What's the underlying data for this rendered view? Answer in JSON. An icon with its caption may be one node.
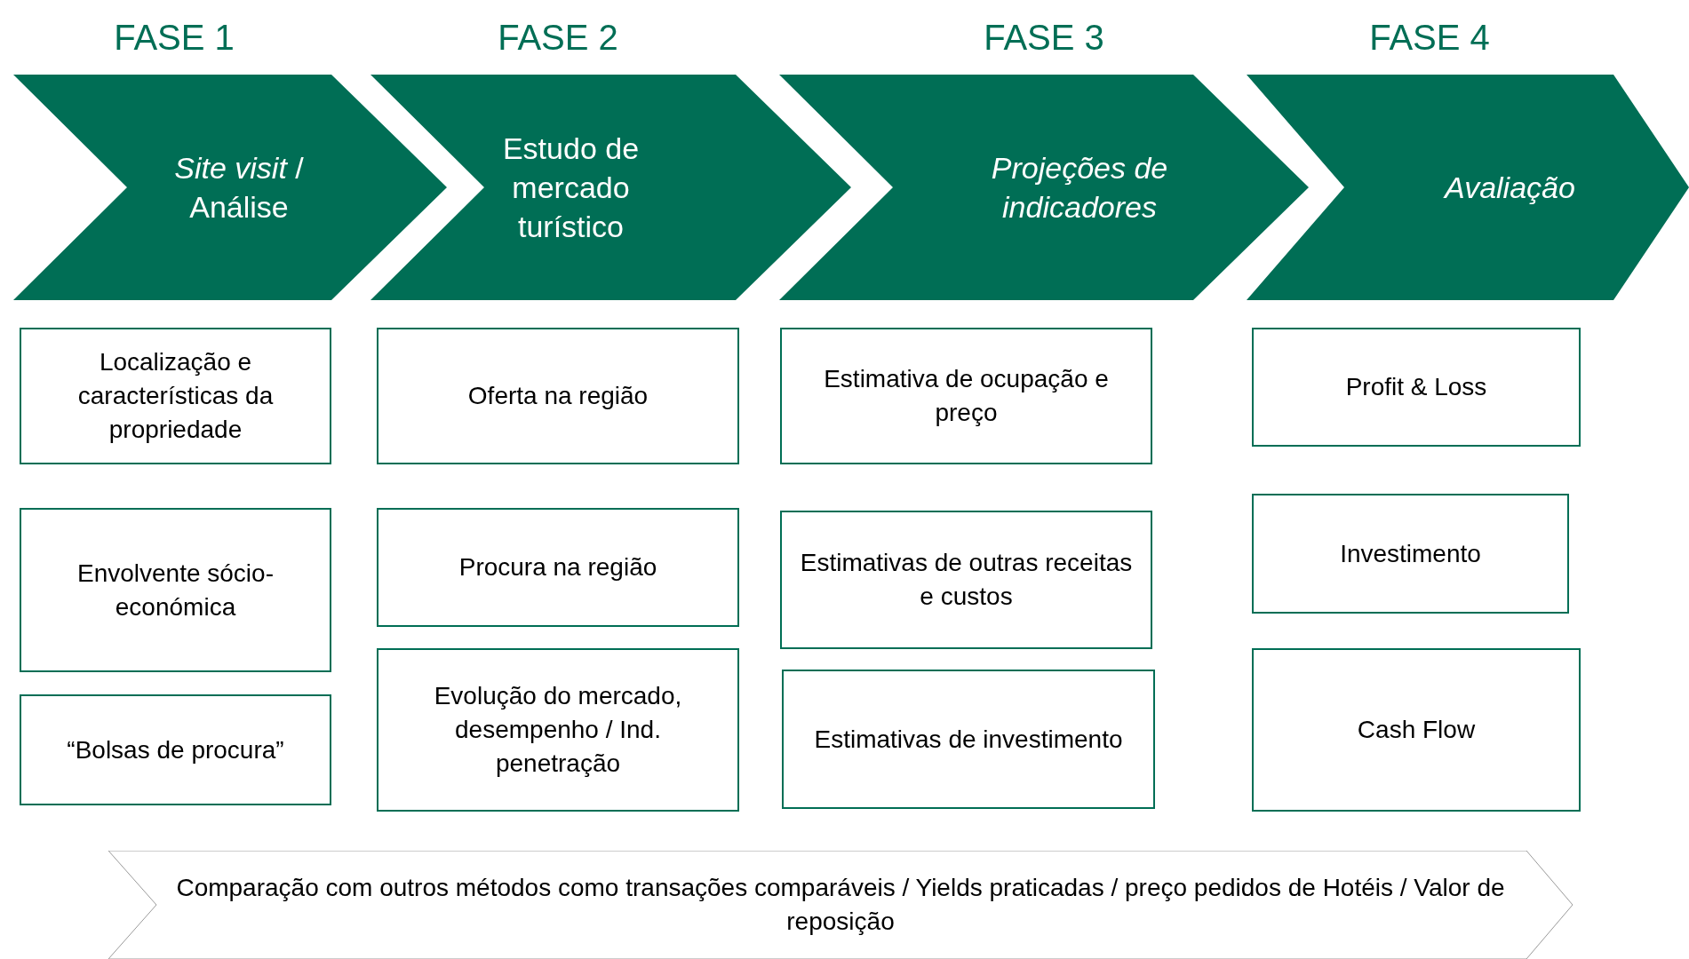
{
  "diagram": {
    "nodes": [
      {
        "text": [
          "FASE 1",
          "*Site visit* / Análise"
        ]
      },
      {
        "text": [
          "FASE 2",
          "Estudo de mercado turístico"
        ]
      },
      {
        "text": [
          "FASE 3",
          "Projeções de indicadores"
        ]
      },
      {
        "text": [
          "FASE 4",
          "Avaliação"
        ]
      },
      {
        "text": [
          "Localização e características da propriedade"
        ]
      },
      {
        "text": [
          "Envolvente sócio-económica"
        ]
      },
      {
        "text": [
          "“Bolsas de procura”"
        ]
      },
      {
        "text": [
          "Oferta na região"
        ]
      },
      {
        "text": [
          "Procura na região"
        ]
      },
      {
        "text": [
          "Evolução do mercado, desempenho / Ind. penetração"
        ]
      },
      {
        "text": [
          "Estimativa de ocupação e preço"
        ]
      },
      {
        "text": [
          "Estimativas de outras receitas e custos"
        ]
      },
      {
        "text": [
          "Estimativas de investimento"
        ]
      },
      {
        "text": [
          "Profit & Loss"
        ]
      },
      {
        "text": [
          "Investimento"
        ]
      },
      {
        "text": [
          "Cash Flow"
        ]
      },
      {
        "text": [
          "Comparação com outros métodos como transações comparáveis / Yields praticadas / preço pedidos de Hotéis / Valor de reposição"
        ]
      }
    ],
    "edges": []
  }
}
